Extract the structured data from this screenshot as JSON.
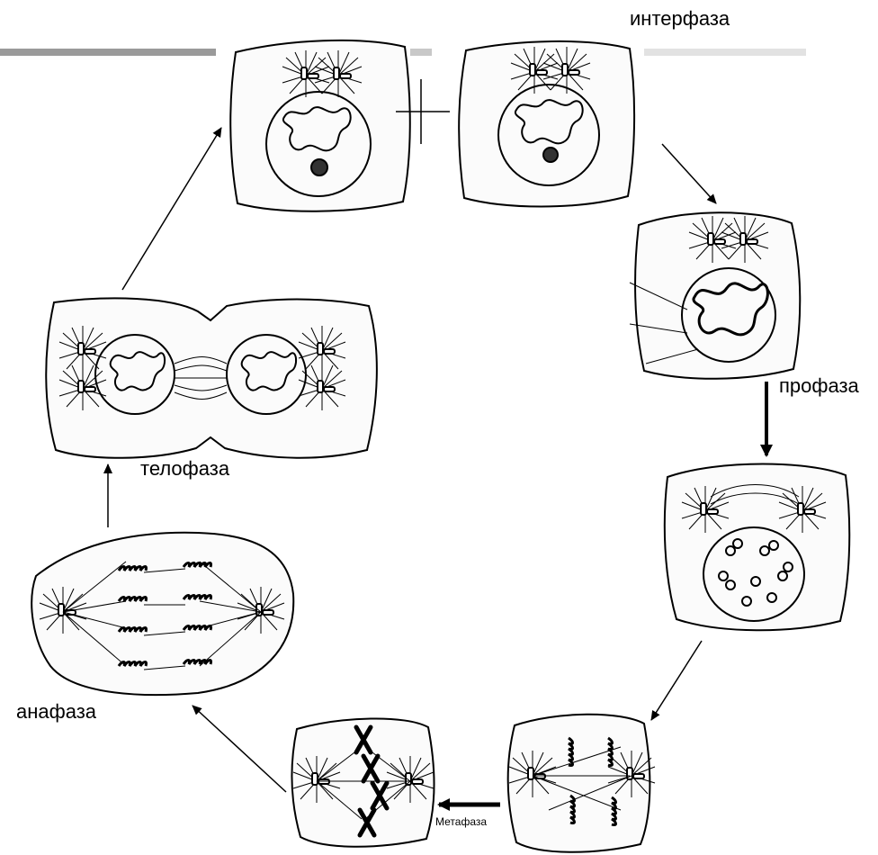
{
  "labels": {
    "interphase": "интерфаза",
    "prophase": "профаза",
    "telophase": "телофаза",
    "anaphase": "анафаза",
    "metaphase": "Метафаза"
  },
  "colors": {
    "ink": "#000000",
    "cell_fill": "#fbfbfb",
    "header_bar": "#9a9a9a",
    "header_bar_light": "#d6d6d6"
  }
}
